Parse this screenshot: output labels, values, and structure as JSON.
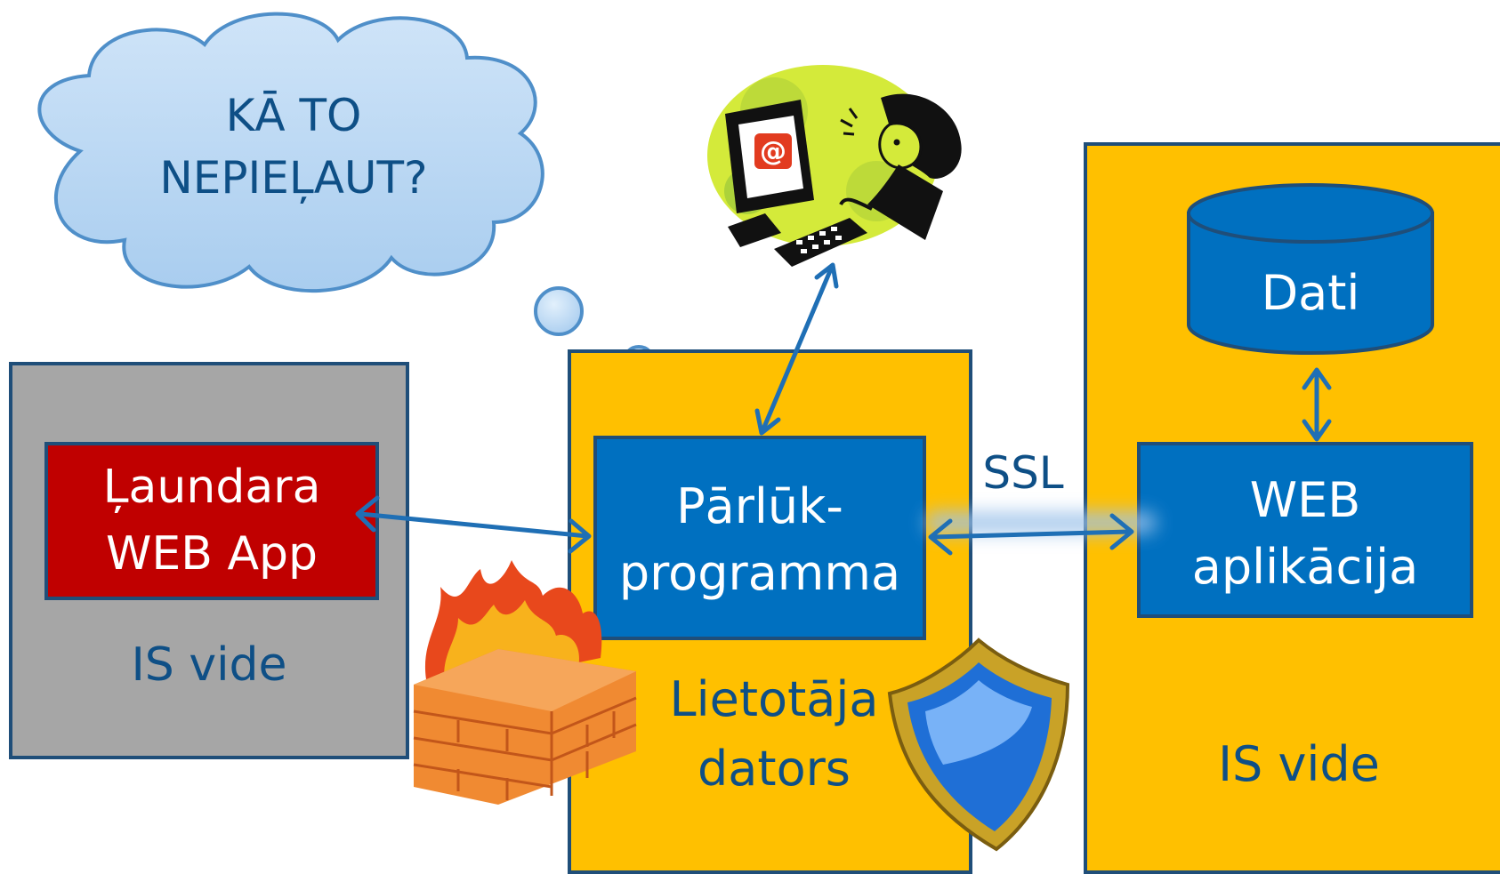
{
  "cloud": {
    "line1": "KĀ TO",
    "line2": "NEPIEĻAUT?"
  },
  "attacker_env": {
    "app_line1": "Ļaundara",
    "app_line2": "WEB App",
    "env_label": "IS vide"
  },
  "user_env": {
    "browser_line1": "Pārlūk-",
    "browser_line2": "programma",
    "computer_line1": "Lietotāja",
    "computer_line2": "dators"
  },
  "server_env": {
    "db_label": "Dati",
    "app_line1": "WEB",
    "app_line2": "aplikācija",
    "env_label": "IS vide"
  },
  "connection": {
    "ssl_label": "SSL"
  },
  "icons": [
    "user-at-computer-icon",
    "firewall-icon",
    "shield-icon",
    "database-icon"
  ],
  "colors": {
    "environment": "#FFC000",
    "attacker_environment": "#A6A6A6",
    "box_blue": "#0070C0",
    "box_red": "#C00000",
    "border": "#1F4E79",
    "cloud": "#BDD7EE",
    "text_dark": "#0E4F86"
  }
}
